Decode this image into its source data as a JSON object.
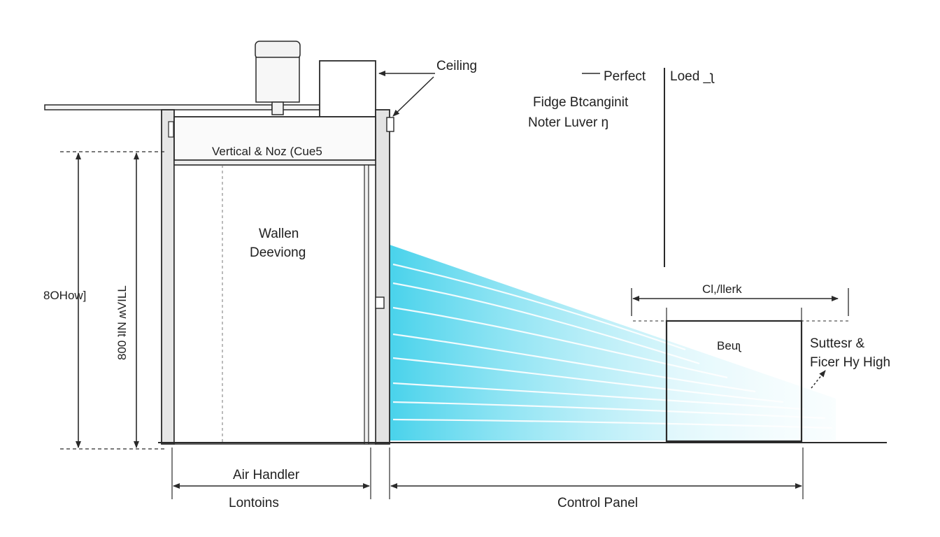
{
  "colors": {
    "line": "#2a2a2a",
    "frame_fill": "#e9e9e9",
    "air_flow": "#3fd0ea",
    "background": "#ffffff"
  },
  "labels": {
    "ceiling": "Ceiling",
    "perfect": "Perfect",
    "loed": "Loed  _ʅ",
    "fidge": "Fidge Btcanginit",
    "noter": "Noter Luver  ŋ",
    "vertical": "Vertical & Noz (Cue5",
    "wallen": "Wallen",
    "deeviong": "Deeviong",
    "left_dim_text": "8OHow]",
    "rotated_dim": "800 ʇIN ʍVILL",
    "cl_lerk": "Cl,/llerk",
    "beur": "Beuʅ",
    "suttesr": "Suttesr &",
    "ficer": "Ficer Hy High",
    "air_handler": "Air Handler",
    "lontoins": "Lontoins",
    "control_panel": "Control Panel"
  }
}
